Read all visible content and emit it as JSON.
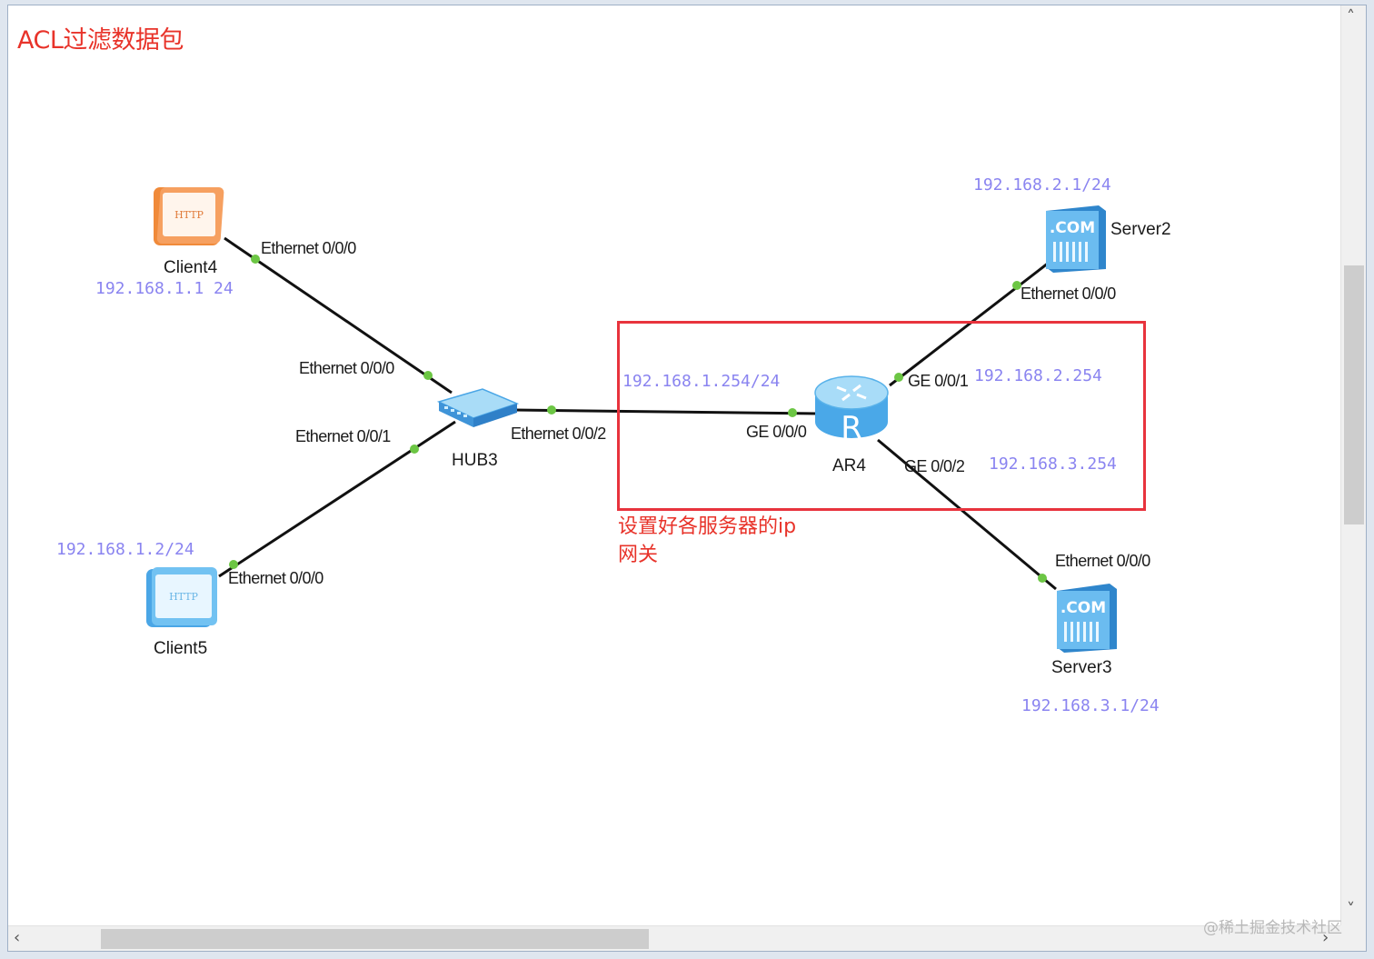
{
  "title": "ACL过滤数据包",
  "devices": {
    "client4": "Client4",
    "client5": "Client5",
    "hub3": "HUB3",
    "ar4": "AR4",
    "server2": "Server2",
    "server3": "Server3"
  },
  "icon_text": {
    "http": "HTTP",
    "com": ".COM",
    "router": "R"
  },
  "ports": {
    "client4_eth": "Ethernet 0/0/0",
    "hub_eth000": "Ethernet 0/0/0",
    "hub_eth001": "Ethernet 0/0/1",
    "hub_eth002": "Ethernet 0/0/2",
    "client5_eth": "Ethernet 0/0/0",
    "ar4_ge000": "GE 0/0/0",
    "ar4_ge001": "GE 0/0/1",
    "ar4_ge002": "GE 0/0/2",
    "server2_eth": "Ethernet 0/0/0",
    "server3_eth": "Ethernet 0/0/0"
  },
  "ips": {
    "client4": "192.168.1.1 24",
    "client5": "192.168.1.2/24",
    "ar4_ge000": "192.168.1.254/24",
    "ar4_ge001": "192.168.2.254",
    "ar4_ge002": "192.168.3.254",
    "server2": "192.168.2.1/24",
    "server3": "192.168.3.1/24"
  },
  "note": {
    "line1": "设置好各服务器的ip",
    "line2": "网关"
  },
  "watermark": "@稀土掘金技术社区",
  "colors": {
    "annotation_red": "#e8332a",
    "ip_purple": "#8a84f0",
    "port_dot_green": "#6cc644",
    "link_black": "#111111"
  }
}
